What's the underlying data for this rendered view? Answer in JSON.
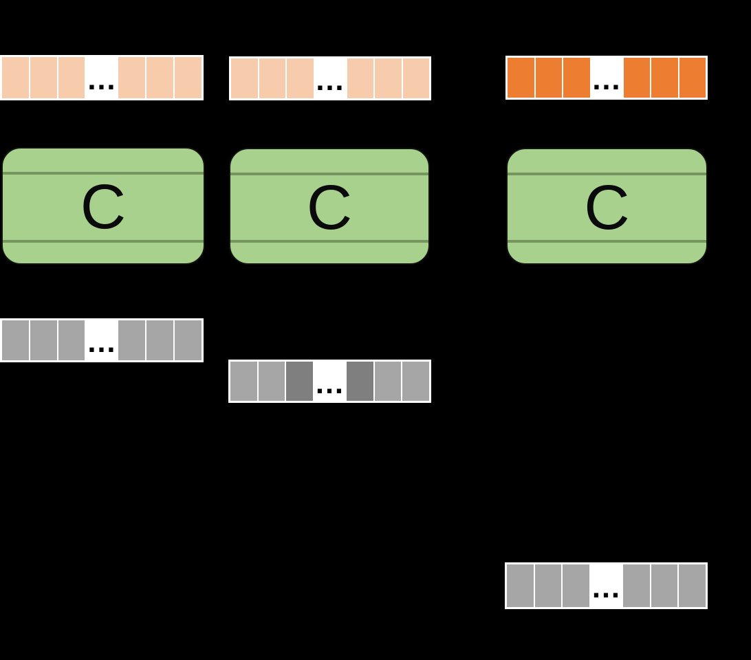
{
  "figure": {
    "background": "#000000",
    "ellipsis": "…",
    "colors": {
      "peach": "#F6CCAC",
      "orange": "#ED7D31",
      "gray_light": "#A6A6A6",
      "gray_dark": "#7F7F7F",
      "green_fill": "#A9D18E",
      "green_line": "#76945E",
      "strip_bg": "#FFFFFF",
      "text": "#000000"
    },
    "encoders": [
      {
        "label": "C"
      },
      {
        "label": "C"
      },
      {
        "label": "C"
      }
    ],
    "rows": {
      "input_1": [
        "peach",
        "peach",
        "peach",
        "peach",
        "peach",
        "peach"
      ],
      "input_2": [
        "peach",
        "peach",
        "peach",
        "peach",
        "peach",
        "peach"
      ],
      "input_3": [
        "orange",
        "orange",
        "orange",
        "orange",
        "orange",
        "orange"
      ],
      "output_1": [
        "gray_light",
        "gray_light",
        "gray_light",
        "gray_light",
        "gray_light",
        "gray_light"
      ],
      "output_2": [
        "gray_light",
        "gray_light",
        "gray_dark",
        "gray_dark",
        "gray_light",
        "gray_light"
      ],
      "output_3": [
        "gray_light",
        "gray_light",
        "gray_light",
        "gray_light",
        "gray_light",
        "gray_light"
      ]
    }
  }
}
